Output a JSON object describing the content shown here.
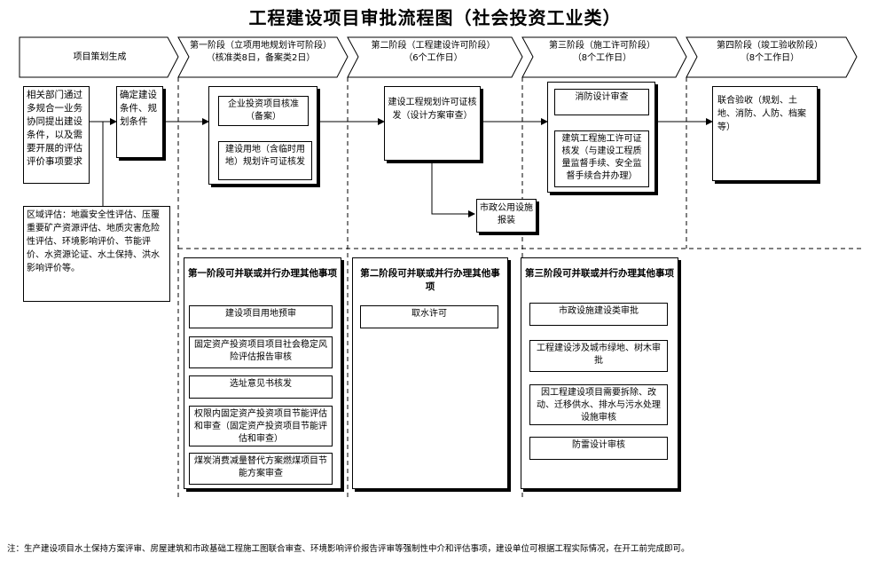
{
  "title": "工程建设项目审批流程图（社会投资工业类）",
  "phases": [
    {
      "label": "项目策划生成",
      "sub": ""
    },
    {
      "label": "第一阶段（立项用地规划许可阶段）",
      "sub": "（核准类8日，备案类2日）"
    },
    {
      "label": "第二阶段（工程建设许可阶段）",
      "sub": "（6个工作日）"
    },
    {
      "label": "第三阶段（施工许可阶段）",
      "sub": "（8个工作日）"
    },
    {
      "label": "第四阶段（竣工验收阶段）",
      "sub": "（8个工作日）"
    }
  ],
  "planning": {
    "dept_text": "相关部门通过多规合一业务协同提出建设条件，以及需要开展的评估评价事项要求",
    "conditions_text": "确定建设条件、规划条件",
    "region_text": "区域评估：地震安全性评估、压覆重要矿产资源评估、地质灾害危险性评估、环境影响评价、节能评价、水资源论证、水土保持、洪水影响评价等。"
  },
  "stage1": {
    "approval": "企业投资项目核准（备案）",
    "land_permit": "建设用地（含临时用地）规划许可证核发"
  },
  "stage2": {
    "permit": "建设工程规划许可证核发（设计方案审查）",
    "municipal": "市政公用设施报装"
  },
  "stage3": {
    "fire": "消防设计审查",
    "construction": "建筑工程施工许可证核发（与建设工程质量监督手续、安全监督手续合并办理）"
  },
  "stage4": {
    "acceptance": "联合验收（规划、土地、消防、人防、档案等）"
  },
  "parallel": [
    {
      "title": "第一阶段可并联或并行办理其他事项",
      "items": [
        "建设项目用地预审",
        "固定资产投资项目项目社会稳定风险评估报告审核",
        "选址意见书核发",
        "权限内固定资产投资项目节能评估和审查（固定资产投资项目节能评估和审查）",
        "煤炭消费减量替代方案燃煤项目节能方案审查"
      ]
    },
    {
      "title": "第二阶段可并联或并行办理其他事项",
      "items": [
        "取水许可"
      ]
    },
    {
      "title": "第三阶段可并联或并行办理其他事项",
      "items": [
        "市政设施建设类审批",
        "工程建设涉及城市绿地、树木审批",
        "因工程建设项目需要拆除、改动、迁移供水、排水与污水处理设施审核",
        "防雷设计审核"
      ]
    }
  ],
  "note": "注：生产建设项目水土保持方案评审、房屋建筑和市政基础工程施工图联合审查、环境影响评价报告评审等强制性中介和评估事项，建设单位可根据工程实际情况，在开工前完成即可。"
}
